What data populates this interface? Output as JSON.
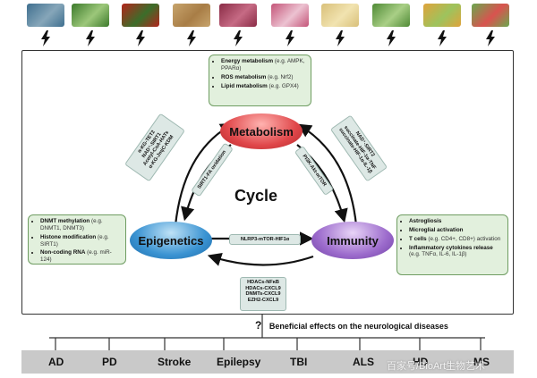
{
  "foods": [
    {
      "name": "fish-image",
      "colors": [
        "#3f6f8f",
        "#86a6b9"
      ]
    },
    {
      "name": "green-vegetable-image",
      "colors": [
        "#3c7a2b",
        "#9cc77a"
      ]
    },
    {
      "name": "chili-pepper-image",
      "colors": [
        "#b3241b",
        "#3b6e2a"
      ]
    },
    {
      "name": "ginger-image",
      "colors": [
        "#c7a46c",
        "#a87d46"
      ]
    },
    {
      "name": "red-onion-image",
      "colors": [
        "#8a2c46",
        "#c66a84"
      ]
    },
    {
      "name": "onion-image",
      "colors": [
        "#c45478",
        "#ecc2d1"
      ]
    },
    {
      "name": "noodles-image",
      "colors": [
        "#d9c07a",
        "#f1e3b0"
      ]
    },
    {
      "name": "tea-leaves-image",
      "colors": [
        "#4f8a35",
        "#a9cf86"
      ]
    },
    {
      "name": "fruit-plate-image",
      "colors": [
        "#e0a33b",
        "#9dc35d"
      ]
    },
    {
      "name": "salad-plate-image",
      "colors": [
        "#6aa84f",
        "#d9534f"
      ]
    }
  ],
  "metabolism_box": [
    {
      "term": "Energy metabolism",
      "example": "(e.g. AMPK, PPARα)"
    },
    {
      "term": "ROS metabolism",
      "example": "(e.g. Nrf2)"
    },
    {
      "term": "Lipid metabolism",
      "example": "(e.g. GPX4)"
    }
  ],
  "epigenetics_box": [
    {
      "term": "DNMT methylation",
      "example": "(e.g. DNMT1, DNMT3)"
    },
    {
      "term": "Histone modification",
      "example": "(e.g. SIRT1)"
    },
    {
      "term": "Non-coding RNA",
      "example": "(e.g. miR-124)"
    }
  ],
  "immunity_box": [
    {
      "term": "Astrogliosis",
      "example": ""
    },
    {
      "term": "Microglial activation",
      "example": ""
    },
    {
      "term": "T cells",
      "example": "(e.g. CD4+, CD8+) activation"
    },
    {
      "term": "Inflammatory cytokines release",
      "example": "(e.g. TNFα, IL-6, IL-1β)"
    }
  ],
  "nodes": {
    "metabolism": "Metabolism",
    "epigenetics": "Epigenetics",
    "immunity": "Immunity"
  },
  "center_label": "Cycle",
  "links": {
    "left_outer": [
      "α-KG-TET2",
      "NAD⁺-SIRT1",
      "Acetyl-CoA-HATs",
      "α-KG-JmjC-KDM"
    ],
    "left_inner": "SIRT1-FA oxidation",
    "right_outer": [
      "NAD⁺-SIRT2",
      "succinate-HIF-1α-TNF",
      "succinate-HIF-1α-IL-1β"
    ],
    "right_inner": "PI3K-Akt-mTOR",
    "bottom_inner": "NLRP3-mTOR-HIF1α",
    "bottom_outer": [
      "HDACs-NFκB",
      "HDACs-CXCL9",
      "DNMTs-CXCL9",
      "EZH2-CXCL9"
    ]
  },
  "question_mark": "?",
  "benefit_text": "Beneficial effects on the neurological diseases",
  "diseases": [
    "AD",
    "PD",
    "Stroke",
    "Epilepsy",
    "TBI",
    "ALS",
    "HD",
    "MS"
  ],
  "watermark": "百家号/BioArt生物艺术",
  "colors": {
    "metabolism": "#e0474a",
    "epigenetics": "#2f86c7",
    "immunity": "#8f5fbf",
    "box_fill": "#e2f0dd",
    "label_fill": "#dde8e5",
    "disease_bar": "#c9c9c9"
  }
}
